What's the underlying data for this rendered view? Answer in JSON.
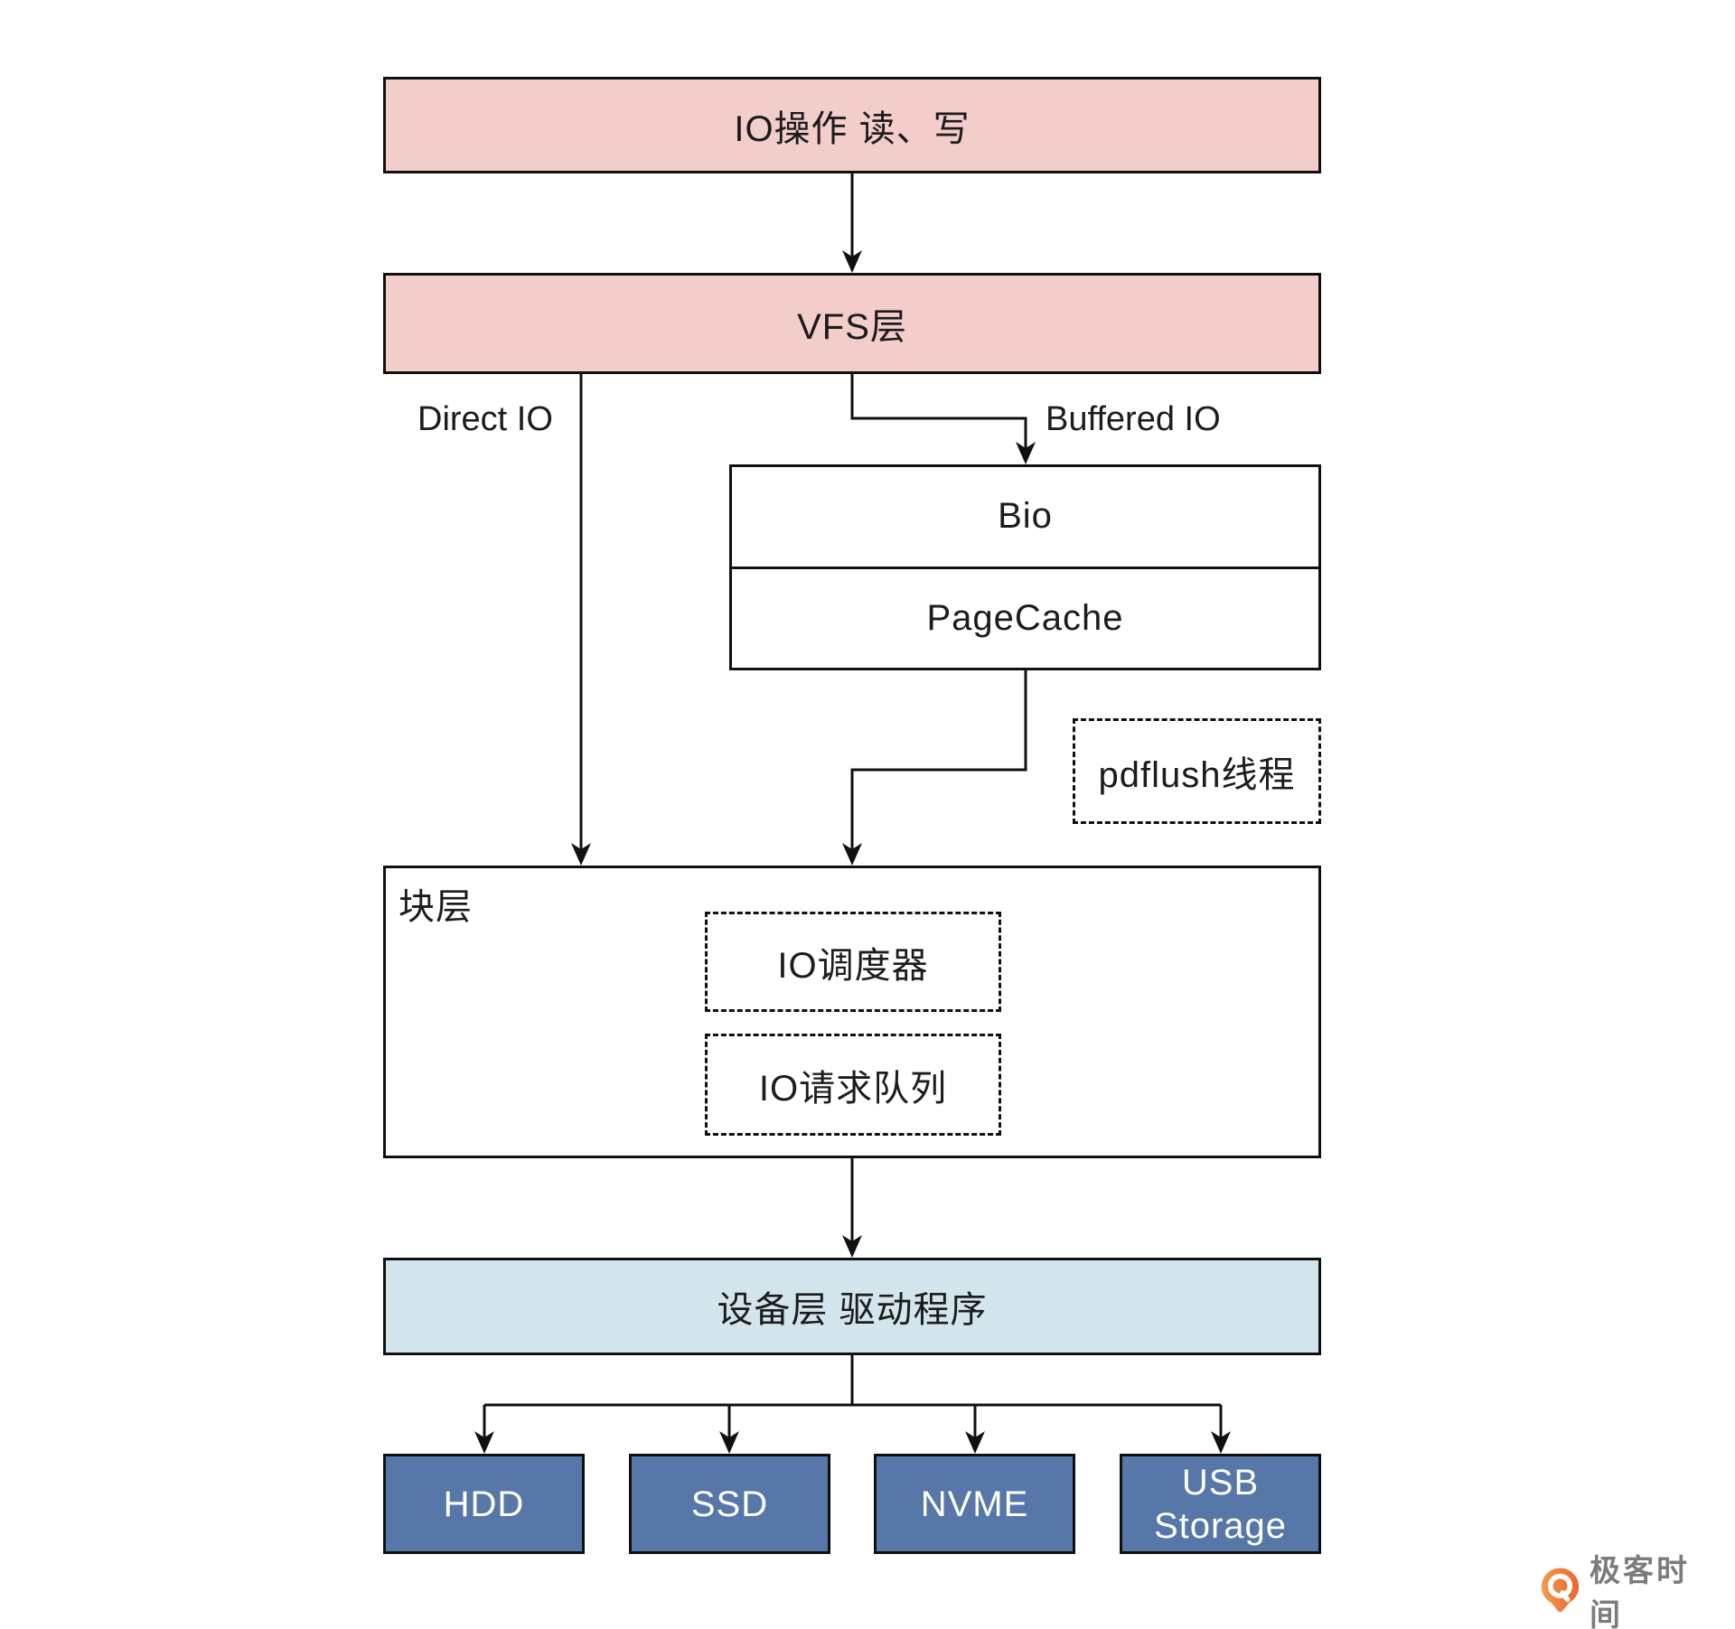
{
  "diagram": {
    "io_box_label": "IO操作 读、写",
    "vfs_box_label": "VFS层",
    "direct_io_label": "Direct IO",
    "buffered_io_label": "Buffered IO",
    "bio_label": "Bio",
    "pagecache_label": "PageCache",
    "pdflush_label": "pdflush线程",
    "block_layer_label": "块层",
    "io_scheduler_label": "IO调度器",
    "io_request_queue_label": "IO请求队列",
    "device_layer_label": "设备层 驱动程序",
    "devices": [
      "HDD",
      "SSD",
      "NVME",
      "USB Storage"
    ],
    "colors": {
      "pink": "#f2cdca",
      "lightblue": "#d3e5ec",
      "slate": "#5677a8",
      "line": "#101010"
    }
  },
  "footer": {
    "brand": "极客时间",
    "brand_text_color": "#7b7b7b",
    "logo_orange": "#ee7135"
  }
}
